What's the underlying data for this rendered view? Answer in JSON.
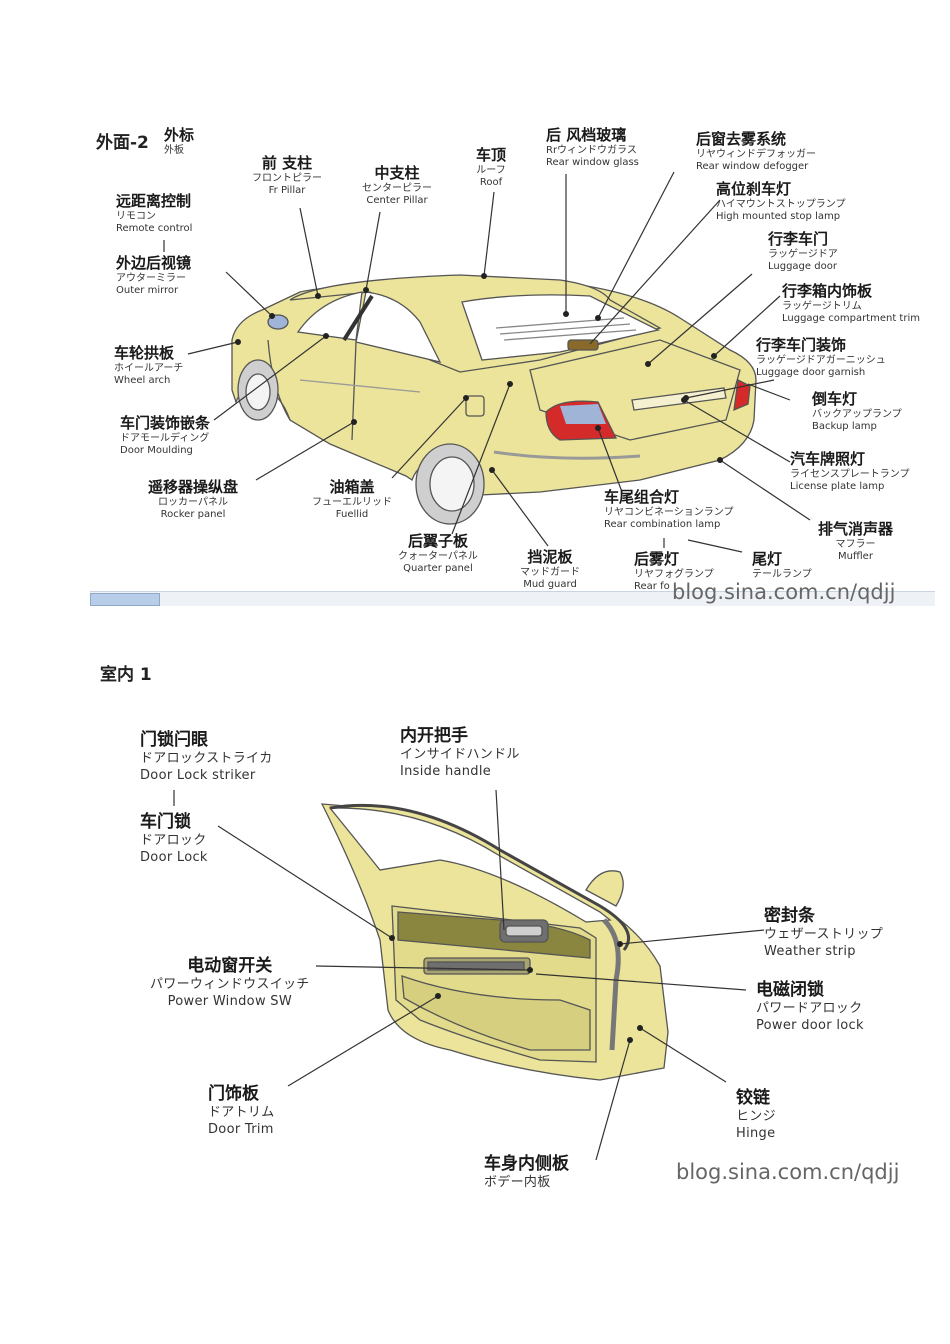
{
  "section1": {
    "title": "外面-2",
    "title_zh": "外标",
    "title_sub": "外板"
  },
  "section2": {
    "title": "室内 1"
  },
  "watermark": "blog.sina.com.cn/qdjj",
  "colors": {
    "body_fill": "#ebe49a",
    "outline": "#555555",
    "lamp_red": "#d42a2a",
    "glass": "#ffffff"
  },
  "exterior_labels": [
    {
      "zh": "前 支柱",
      "ja": "フロントピラー",
      "en": "Fr  Pillar"
    },
    {
      "zh": "中支柱",
      "ja": "センターピラー",
      "en": "Center Pillar"
    },
    {
      "zh": "车顶",
      "ja": "ルーフ",
      "en": "Roof"
    },
    {
      "zh": "后 风档玻璃",
      "ja": "Rrウィンドウガラス",
      "en": "Rear window glass"
    },
    {
      "zh": "后窗去雾系统",
      "ja": "リヤウィンドデフォッガー",
      "en": "Rear window defogger"
    },
    {
      "zh": "高位刹车灯",
      "ja": "ハイマウントストップランプ",
      "en": "High mounted stop lamp"
    },
    {
      "zh": "行李车门",
      "ja": "ラッゲージドア",
      "en": "Luggage door"
    },
    {
      "zh": "行李箱内饰板",
      "ja": "ラッゲージトリム",
      "en": "Luggage compartment trim"
    },
    {
      "zh": "行李车门装饰",
      "ja": "ラッゲージドアガーニッシュ",
      "en": "Luggage door garnish"
    },
    {
      "zh": "倒车灯",
      "ja": "バックアップランプ",
      "en": "Backup lamp"
    },
    {
      "zh": "汽车牌照灯",
      "ja": "ライセンスプレートランプ",
      "en": "License plate lamp"
    },
    {
      "zh": "排气消声器",
      "ja": "マフラー",
      "en": "Muffler"
    },
    {
      "zh": "尾灯",
      "ja": "テールランプ",
      "en": ""
    },
    {
      "zh": "后雾灯",
      "ja": "リヤフォグランプ",
      "en": "Rear fo"
    },
    {
      "zh": "车尾组合灯",
      "ja": "リヤコンビネーションランプ",
      "en": "Rear combination lamp"
    },
    {
      "zh": "挡泥板",
      "ja": "マッドガード",
      "en": "Mud guard"
    },
    {
      "zh": "后翼子板",
      "ja": "クォーターパネル",
      "en": "Quarter panel"
    },
    {
      "zh": "油箱盖",
      "ja": "フューエルリッド",
      "en": "Fuellid"
    },
    {
      "zh": "遥移器操纵盘",
      "ja": "ロッカーパネル",
      "en": "Rocker panel"
    },
    {
      "zh": "车门装饰嵌条",
      "ja": "ドアモールディング",
      "en": "Door   Moulding"
    },
    {
      "zh": "车轮拱板",
      "ja": "ホイールアーチ",
      "en": "Wheel arch"
    },
    {
      "zh": "外边后视镜",
      "ja": "アウターミラー",
      "en": "Outer mirror"
    },
    {
      "zh": "远距离控制",
      "ja": "リモコン",
      "en": "Remote control"
    }
  ],
  "interior_labels": [
    {
      "zh": "门锁闩眼",
      "ja": "ドアロックストライカ",
      "en": "Door Lock striker"
    },
    {
      "zh": "车门锁",
      "ja": "ドアロック",
      "en": "Door Lock"
    },
    {
      "zh": "内开把手",
      "ja": "インサイドハンドル",
      "en": "Inside handle"
    },
    {
      "zh": "电动窗开关",
      "ja": "パワーウィンドウスイッチ",
      "en": "Power Window SW"
    },
    {
      "zh": "门饰板",
      "ja": "ドアトリム",
      "en": "Door Trim"
    },
    {
      "zh": "车身内侧板",
      "ja": "ボデー内板",
      "en": ""
    },
    {
      "zh": "密封条",
      "ja": "ウェザーストリップ",
      "en": "Weather strip"
    },
    {
      "zh": "电磁闭锁",
      "ja": "パワードアロック",
      "en": "Power door lock"
    },
    {
      "zh": "铰链",
      "ja": "ヒンジ",
      "en": "Hinge"
    }
  ]
}
